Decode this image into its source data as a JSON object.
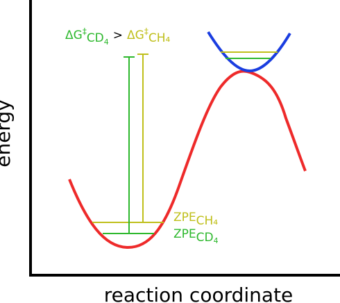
{
  "axes": {
    "x_label": "reaction coordinate",
    "y_label": "energy"
  },
  "comparison": {
    "delta": "ΔG",
    "dagger": "‡",
    "left_sub": "CD",
    "left_sub_num": "4",
    "operator": ">",
    "right_sub": "CH₄"
  },
  "zpe": {
    "prefix": "ZPE",
    "ch4_sub": "CH₄",
    "cd4_sub": "CD",
    "cd4_sub_num": "4"
  },
  "colors": {
    "axis": "#000000",
    "reactant_curve": "#ee2a2a",
    "ts_curve": "#1a3de0",
    "cd4": "#2db82d",
    "ch4": "#bfbf1a"
  }
}
